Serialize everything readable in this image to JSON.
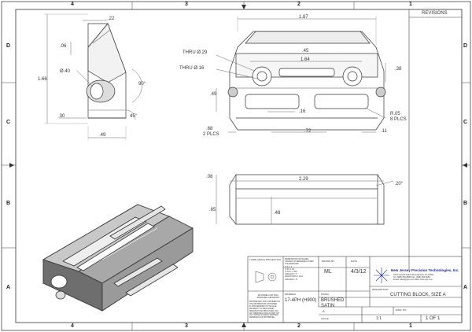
{
  "zones": {
    "top": [
      "4",
      "3",
      "2",
      "1"
    ],
    "bottom": [
      "4",
      "3",
      "2",
      "1"
    ],
    "left": [
      "D",
      "C",
      "B",
      "A"
    ],
    "right": [
      "D",
      "C",
      "B",
      "A"
    ]
  },
  "revisions": {
    "title": "REVISIONS"
  },
  "dims": {
    "side_view": {
      "top_w": ".22",
      "chamfer": ".06",
      "dia": "Ø.40",
      "height": "1.66",
      "angle90": "90°",
      "bottom": ".30",
      "angle45": "45°",
      "width": ".49"
    },
    "front_view": {
      "total_w": "1.87",
      "d45": ".45",
      "d164": "1.64",
      "thru29": "THRU Ø.29",
      "thru16": "THRU Ø.16",
      "d38": ".38",
      "d49": ".49",
      "d16": ".16",
      "r05": "R.05",
      "plcs8": "8 PLCS",
      "d68": ".68",
      "plcs2": "2 PLCS",
      "d72": ".72",
      "d11": ".11"
    },
    "bottom_view": {
      "d08": ".08",
      "d229": "2.29",
      "angle20": "20°",
      "d65": ".65",
      "d48": ".48"
    }
  },
  "title_block": {
    "projection": "THIRD ANGLE PROJECTION",
    "tolerances": [
      "DIMENSIONS IN INCHES",
      "UNLESS OTHERWISE NOTED",
      "TOLERANCES:",
      "X.X ± .1",
      "X.XX ± .01",
      "X.XXX ± .005",
      "ANGLES ± 1°",
      "FRACTIONS ± 1/64",
      "ANGLES ± .5°"
    ],
    "drawn_label": "DRAWN BY",
    "drawn_value": "ML",
    "date_label": "DATE",
    "date_value": "4/3/12",
    "model_note": [
      "3D MODEL FOR NON-",
      "SPECIFIED GEOMETRY"
    ],
    "proprietary_note": [
      "PROPRIETARY AND CONFIDENTIAL",
      "THE INFORMATION CONTAINED",
      "IN THIS DRAWING IS THE SOLE",
      "PROPERTY OF NEW JERSEY",
      "PRECISION TECHNOLOGIES, INC.",
      "ANY REPRODUCTION IN PART OR",
      "AS A WHOLE WITHOUT WRITTEN",
      "PERMISSION IS PROHIBITED."
    ],
    "material_label": "MATERIAL",
    "material_value": "17-4PH (H900)",
    "finish_label": "FINISH",
    "finish_value": [
      "BRUSHED",
      "SATIN"
    ],
    "company": "New Jersey Precision Technologies, Inc.",
    "company_address": [
      "1061 Central Road, Mountainside, NJ 07092",
      "Tel: (908) 654-8080  Fax: (908) 654-8181",
      "Email: sales@njpt.com  Web: www.njpt.com"
    ],
    "description_label": "DESCRIPTION",
    "description_value": "CUTTING BLOCK, SIZE A",
    "size_label": "A",
    "dwg_label": "DWG. NO.",
    "scale_label": "SCALE",
    "scale_value": "1:1",
    "sheet_value": "1 OF 1"
  },
  "colors": {
    "line": "#333333",
    "dim": "#555555",
    "shade_dark": "#8a8a8a",
    "shade_mid": "#b8b8b8",
    "shade_light": "#e4e4e4",
    "logo": "#1a2a8a"
  }
}
